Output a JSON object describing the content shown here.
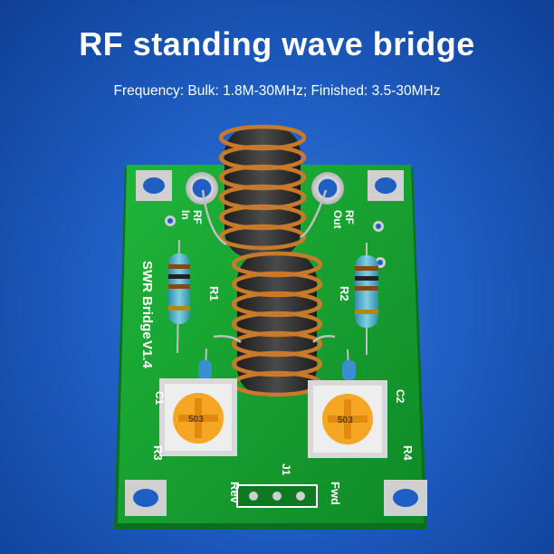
{
  "header": {
    "title": "RF standing wave bridge",
    "subtitle": "Frequency: Bulk: 1.8M-30MHz; Finished: 3.5-30MHz"
  },
  "board": {
    "rf_in": [
      "RF",
      "In"
    ],
    "rf_out": [
      "RF",
      "Out"
    ],
    "name": "SWR Bridge",
    "version": "V1.4",
    "r1": "R1",
    "r2": "R2",
    "r3": "R3",
    "r4": "R4",
    "c1": "C1",
    "c2": "C2",
    "j1": "J1",
    "rev": "Rev",
    "fwd": "Fwd",
    "pot_code": "503"
  },
  "colors": {
    "background": "#1f5fc4",
    "pcb": "#14a02e",
    "copper": "#c8792a",
    "core": "#2e2e2e",
    "resistor": "#4fb0c8",
    "trimmer": "#f5a623"
  }
}
